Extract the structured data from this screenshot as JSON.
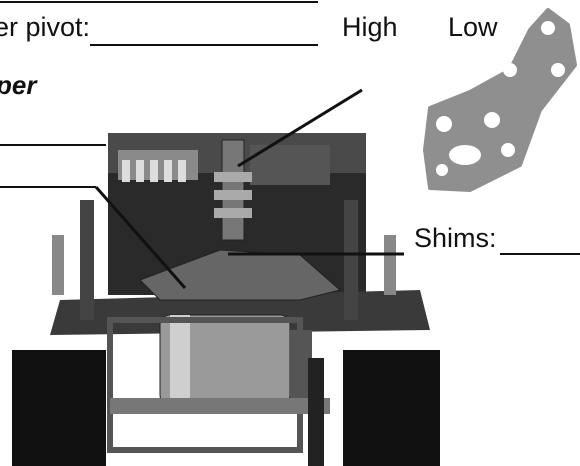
{
  "labels": {
    "pivot": "er pivot:",
    "high": "High",
    "low": "Low",
    "upper": "per",
    "shims": "Shims:"
  }
}
